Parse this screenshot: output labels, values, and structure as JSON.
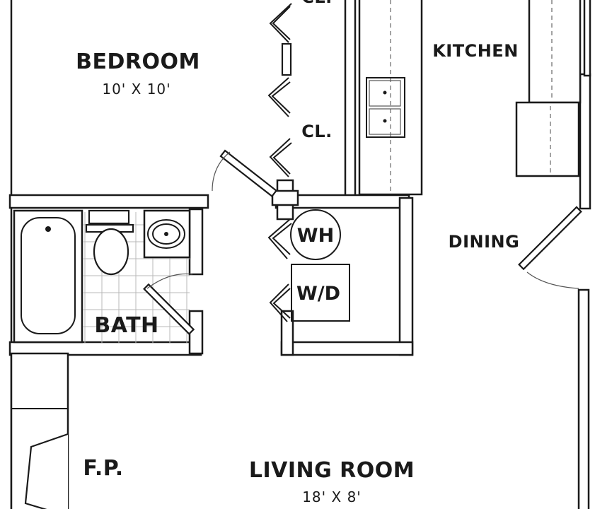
{
  "rooms": {
    "bedroom": {
      "name": "BEDROOM",
      "dims": "10' X 10'"
    },
    "closet_top": "CL.",
    "closet": "CL.",
    "kitchen": "KITCHEN",
    "dining": "DINING",
    "bath": "BATH",
    "living": {
      "name": "LIVING ROOM",
      "dims": "18' X 8'"
    },
    "fireplace": "F.P."
  },
  "appliances": {
    "water_heater": "WH",
    "washer_dryer": "W/D"
  },
  "colors": {
    "line": "#1a1a1a",
    "background": "#ffffff",
    "tile": "#b8b8b8"
  }
}
